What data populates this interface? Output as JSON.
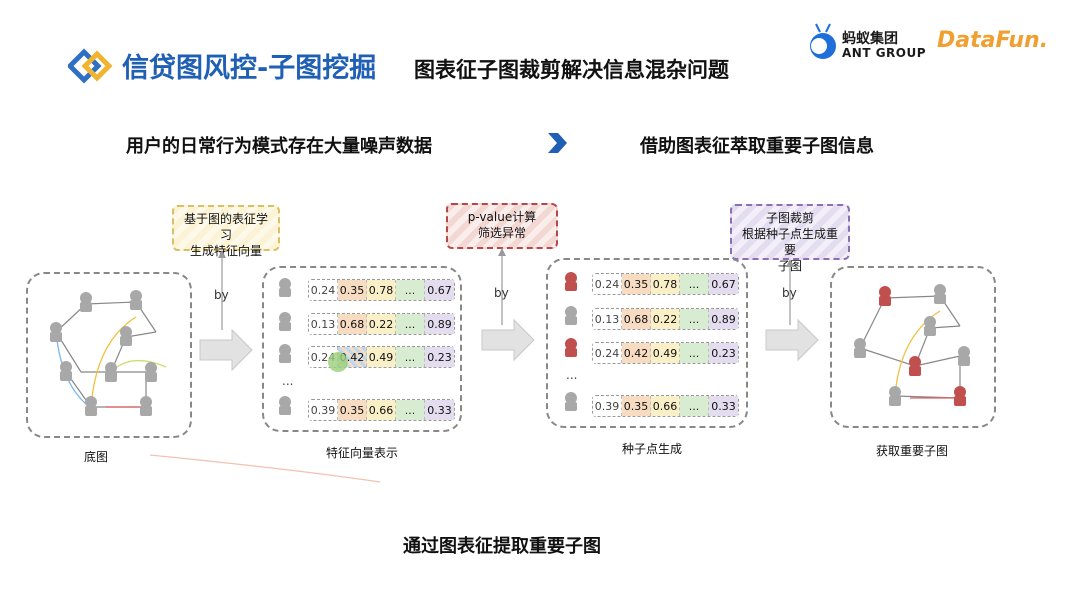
{
  "header": {
    "title_main": "信贷图风控-子图挖掘",
    "title_sub": "图表征子图裁剪解决信息混杂问题",
    "logo_ant_cn": "蚂蚁集团",
    "logo_ant_en": "ANT GROUP",
    "logo_datafun": "DataFun."
  },
  "headline": {
    "left": "用户的日常行为模式存在大量噪声数据",
    "right": "借助图表征萃取重要子图信息"
  },
  "callouts": [
    {
      "line1": "基于图的表征学习",
      "line2": "生成特征向量",
      "line3": ""
    },
    {
      "line1": "p-value计算",
      "line2": "筛选异常",
      "line3": ""
    },
    {
      "line1": "子图裁剪",
      "line2": "根据种子点生成重要",
      "line3": "子图"
    }
  ],
  "by_label": "by",
  "captions": {
    "panel1": "底图",
    "panel2": "特征向量表示",
    "panel3": "种子点生成",
    "panel4": "获取重要子图"
  },
  "vectors": [
    [
      "0.24",
      "0.35",
      "0.78",
      "...",
      "0.67"
    ],
    [
      "0.13",
      "0.68",
      "0.22",
      "...",
      "0.89"
    ],
    [
      "0.24",
      "0.42",
      "0.49",
      "...",
      "0.23"
    ],
    [
      "0.39",
      "0.35",
      "0.66",
      "...",
      "0.33"
    ]
  ],
  "ellipsis": "...",
  "bottom_text": "通过图表征提取重要子图",
  "colors": {
    "title_blue": "#1f5fb4",
    "seed_red": "#c0504d",
    "node_gray": "#a8a8a8",
    "datafun_orange": "#f0a030"
  }
}
